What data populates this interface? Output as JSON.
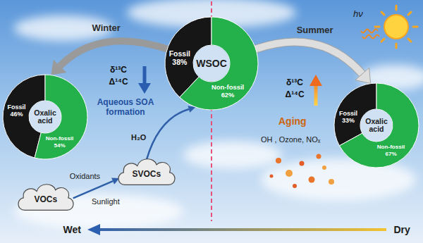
{
  "diagram": {
    "nodes": [
      {
        "text": [
          "Oxalic acid",
          "Fossil",
          "46%",
          "Non-fossil",
          "54%"
        ]
      },
      {
        "text": [
          "WSOC",
          "Fossil",
          "38%",
          "Non-fossil",
          "62%"
        ]
      },
      {
        "text": [
          "Oxalic acid",
          "Fossil",
          "33%",
          "Non-fossil",
          "67%"
        ]
      },
      {
        "text": [
          "VOCs"
        ]
      },
      {
        "text": [
          "SVOCs"
        ]
      }
    ],
    "edges": [
      {
        "from": 1,
        "to": 0,
        "arrow": "to",
        "label": "Winter"
      },
      {
        "from": 1,
        "to": 2,
        "arrow": "to",
        "label": "Summer"
      },
      {
        "from": 3,
        "to": 4,
        "arrow": "to",
        "label": "Oxidants"
      },
      {
        "from": 4,
        "to": 1,
        "arrow": "to",
        "label": "H₂O"
      }
    ],
    "labels": [
      "Sunlight",
      "δ¹³C",
      "Δ¹⁴C",
      "Aqueous SOA formation",
      "hν",
      "δ¹³C",
      "Δ¹⁴C",
      "Aging",
      "OH , Ozone, NOₓ",
      "Wet",
      "Dry"
    ]
  }
}
